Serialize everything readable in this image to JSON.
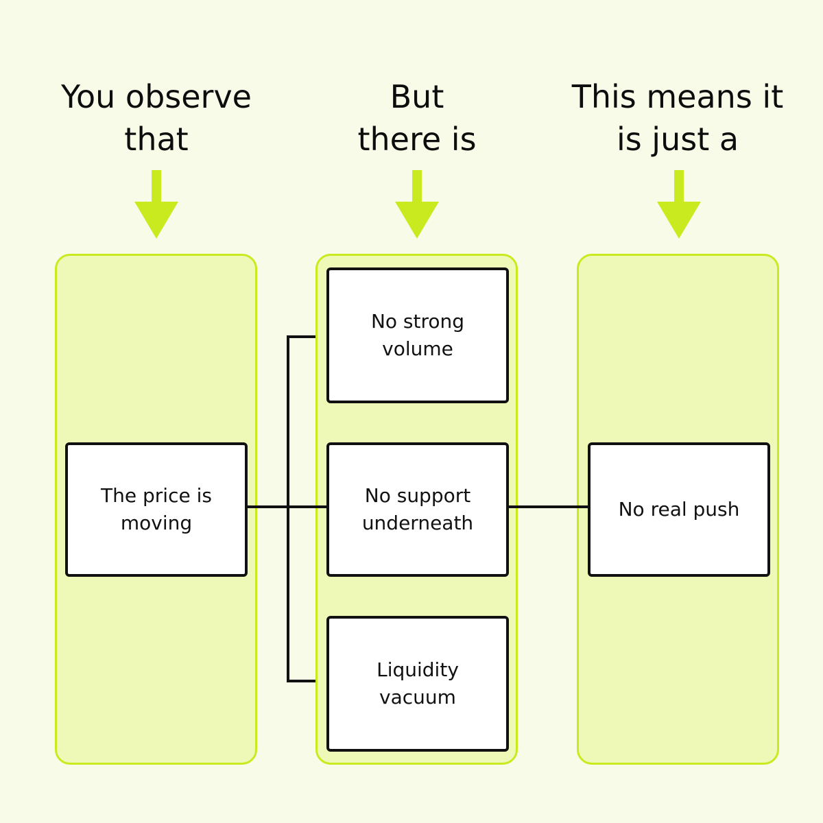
{
  "headings": {
    "left": "You observe\nthat",
    "middle": "But\nthere is",
    "right": "This means it\nis just a"
  },
  "left_column": {
    "box": "The price is\nmoving"
  },
  "middle_column": {
    "boxes": [
      "No strong\nvolume",
      "No support\nunderneath",
      "Liquidity\nvacuum"
    ]
  },
  "right_column": {
    "box": "No real push"
  },
  "colors": {
    "background": "#f7fbe8",
    "column_fill": "#eef9b8",
    "accent": "#c9ea1f",
    "box_border": "#111111"
  }
}
